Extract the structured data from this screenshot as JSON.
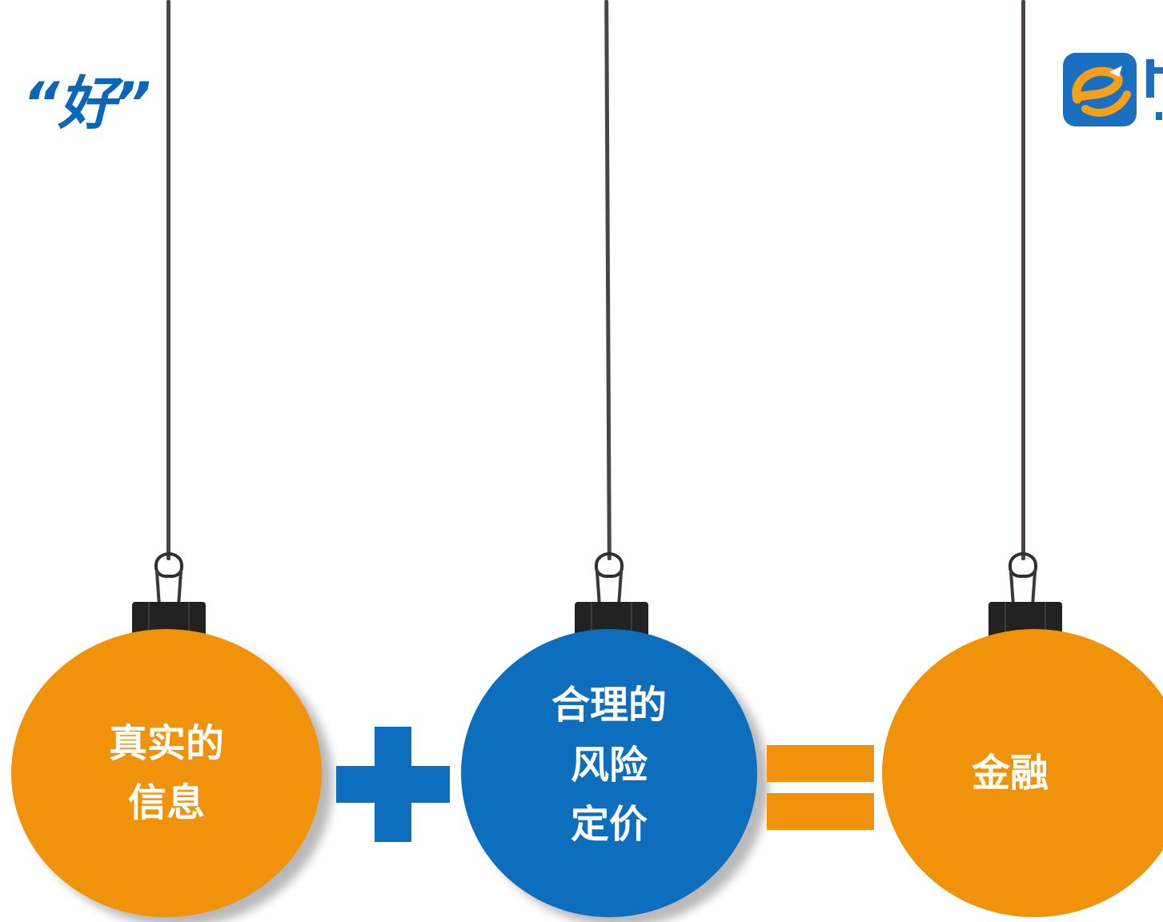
{
  "title": "“好”",
  "equation": [
    {
      "id": "information",
      "text": "真实的\n信息",
      "color": "#f0930a"
    },
    {
      "id": "risk-pricing",
      "text": "合理的\n风险\n定价",
      "color": "#0d6ebe"
    },
    {
      "id": "finance",
      "text": "金融",
      "color": "#f0930a"
    }
  ],
  "operators": [
    "plus",
    "equals"
  ],
  "colors": {
    "orange": "#f0930a",
    "blue": "#0d6ebe",
    "title_blue": "#0a66b8",
    "string": "#4a4444"
  },
  "logo": {
    "icon": "e-logo-icon"
  }
}
